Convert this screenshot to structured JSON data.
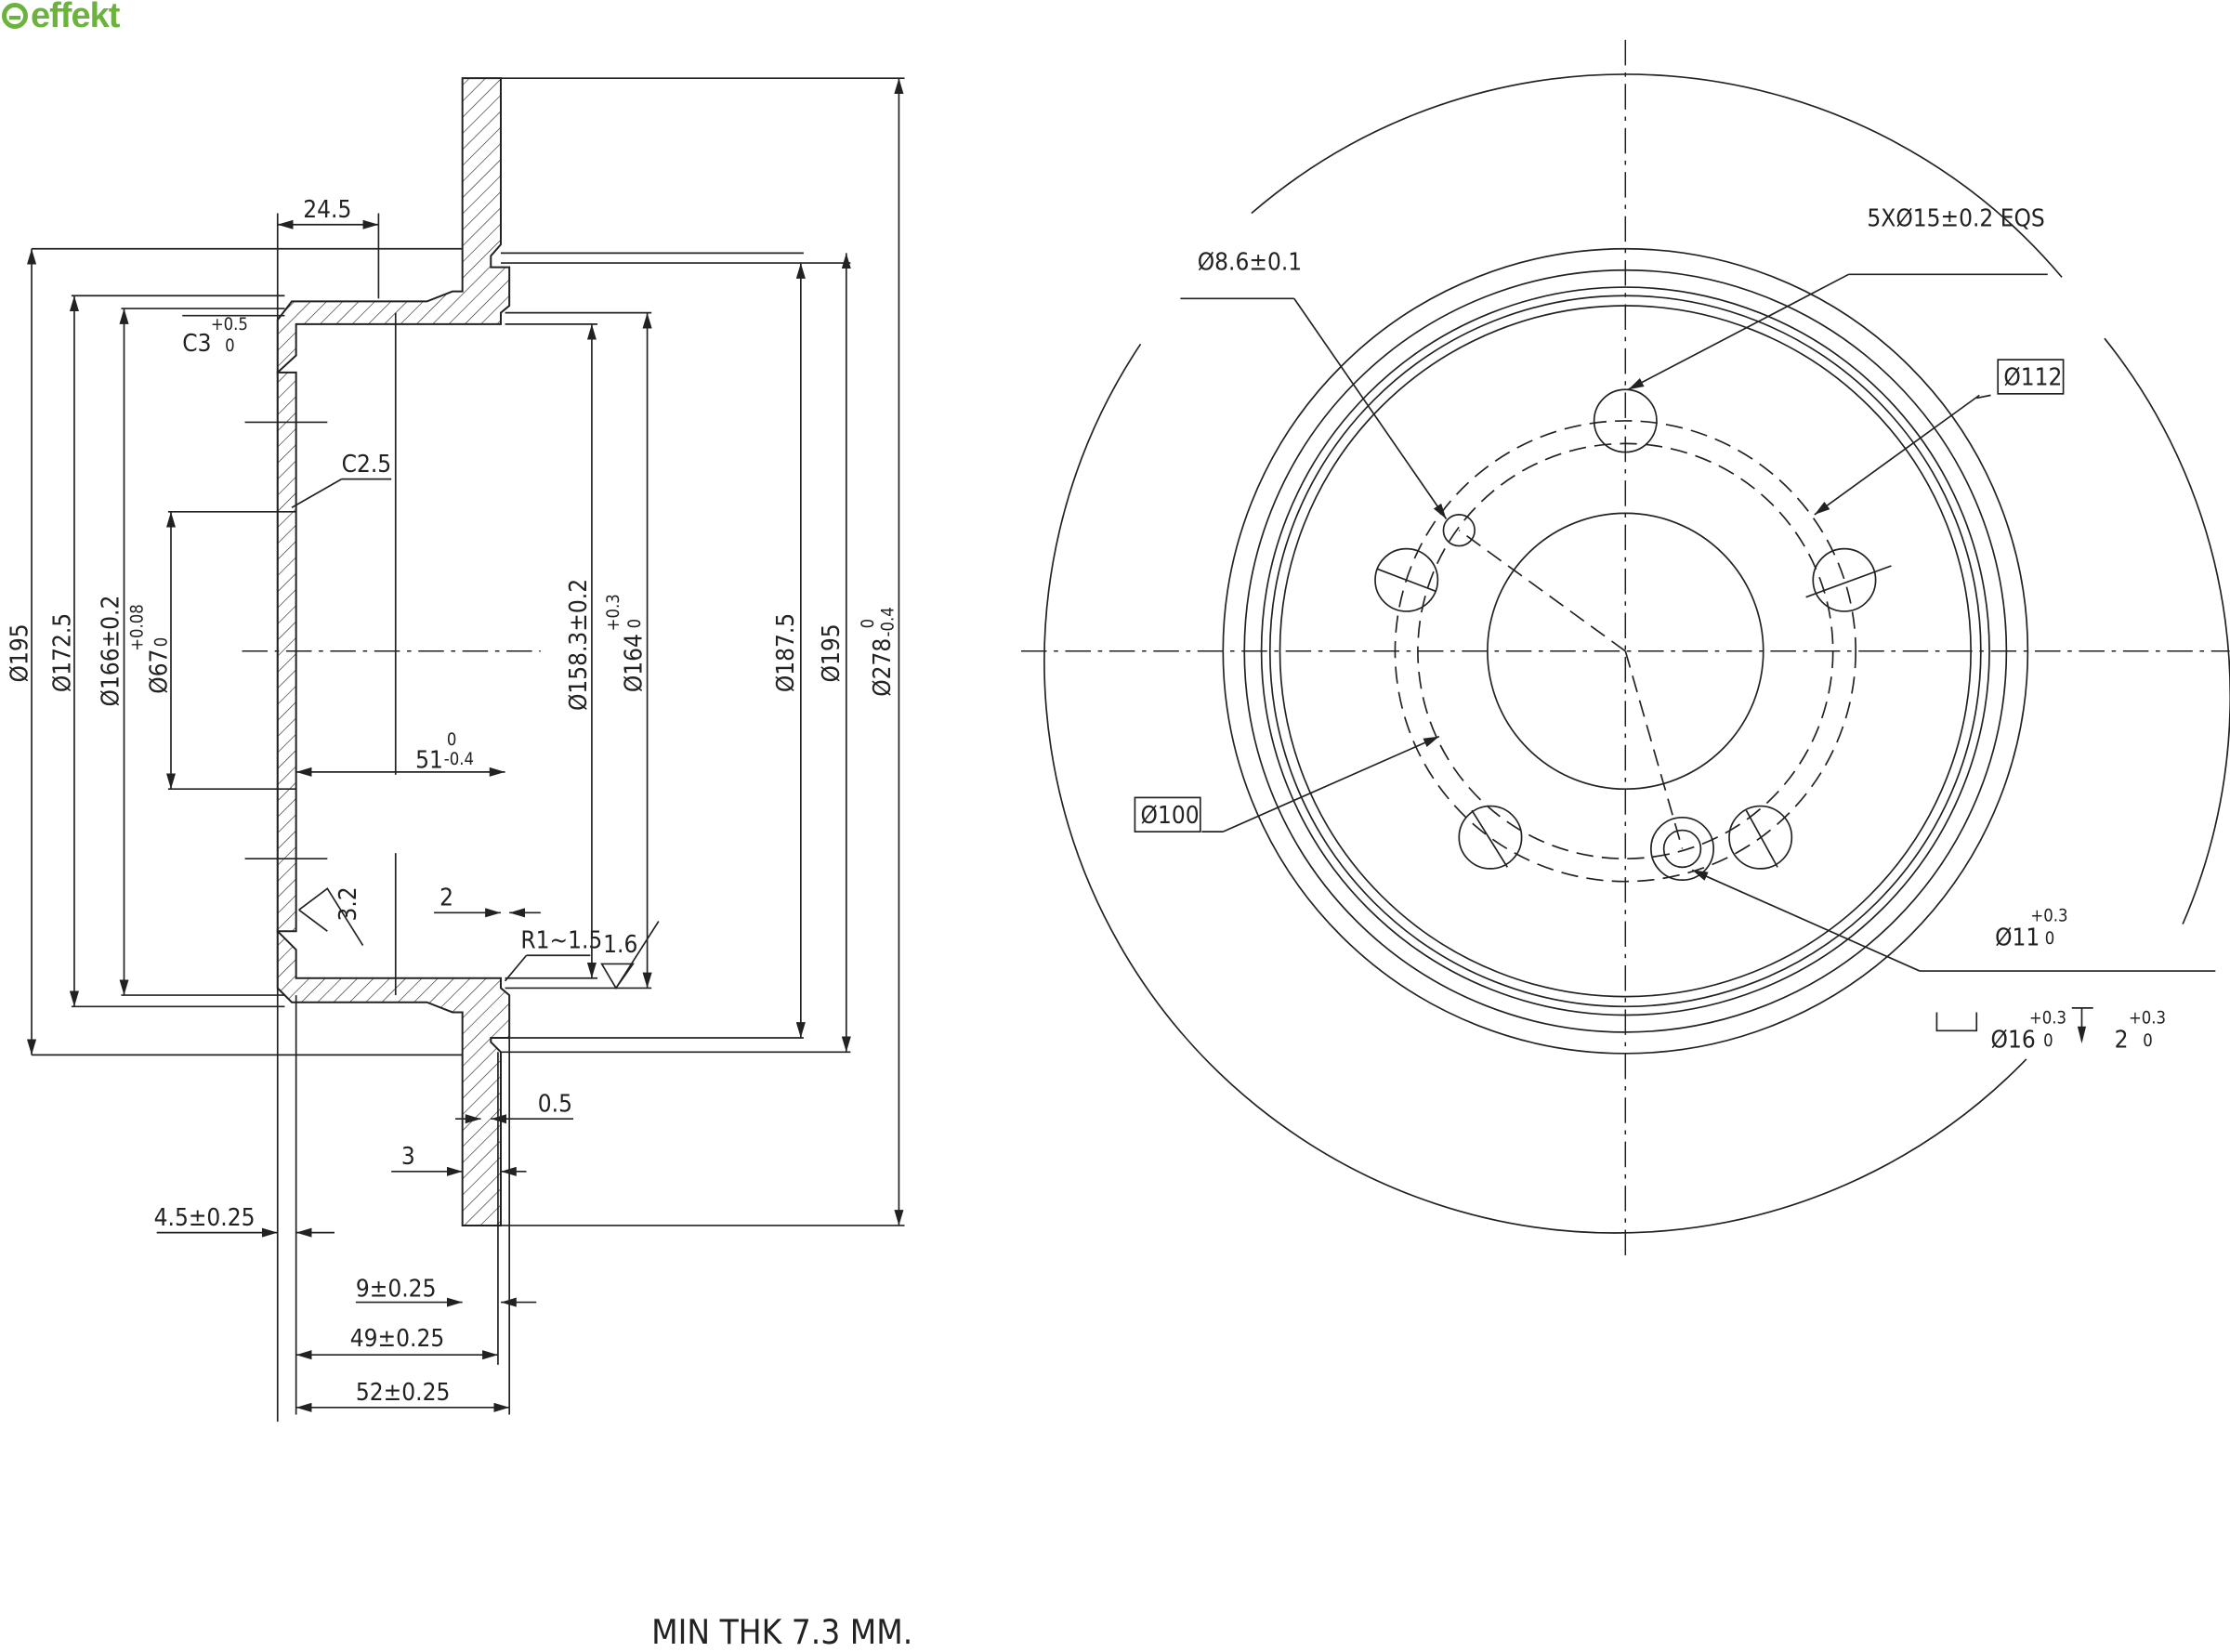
{
  "logo": {
    "text": "effekt",
    "color": "#6bb33c"
  },
  "side_view": {
    "dim_24_5": "24.5",
    "c3": "C3",
    "c3_tol_up": "+0.5",
    "c3_tol_lo": "0",
    "c2_5": "C2.5",
    "d195_left": "Ø195",
    "d172_5": "Ø172.5",
    "d166": "Ø166±0.2",
    "d67": "Ø67",
    "d67_tol_up": "+0.08",
    "d67_tol_lo": "0",
    "dim_51": "51",
    "dim_51_tol_up": "0",
    "dim_51_tol_lo": "-0.4",
    "d158_3": "Ø158.3±0.2",
    "d164": "Ø164",
    "d164_tol_up": "+0.3",
    "d164_tol_lo": "0",
    "d187_5": "Ø187.5",
    "d195_right": "Ø195",
    "d278": "Ø278",
    "d278_tol_up": "0",
    "d278_tol_lo": "-0.4",
    "rough_3_2": "3.2",
    "dim_2": "2",
    "r1_1_5": "R1~1.5",
    "rough_1_6": "1.6",
    "dim_0_5": "0.5",
    "dim_3": "3",
    "dim_4_5": "4.5±0.25",
    "dim_9": "9±0.25",
    "dim_49": "49±0.25",
    "dim_52": "52±0.25"
  },
  "front_view": {
    "d8_6": "Ø8.6±0.1",
    "bolt_holes": "5XØ15±0.2 EQS",
    "d112": "Ø112",
    "d100": "Ø100",
    "d11": "Ø11",
    "d11_tol_up": "+0.3",
    "d11_tol_lo": "0",
    "d16": "Ø16",
    "d16_tol_up": "+0.3",
    "d16_tol_lo": "0",
    "depth": "2",
    "depth_tol_up": "+0.3",
    "depth_tol_lo": "0"
  },
  "note": "MIN THK 7.3 MM."
}
